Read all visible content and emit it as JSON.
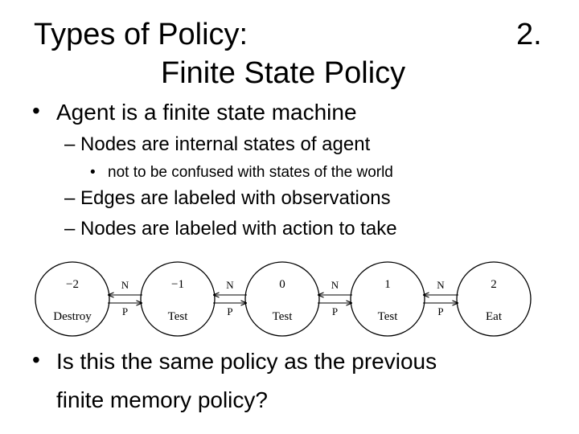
{
  "slide": {
    "title_line1": "Types of Policy:",
    "title_line2": "Finite State Policy",
    "number": "2."
  },
  "bullets": {
    "b1_bullet": "•",
    "b1": "Agent is a finite state machine",
    "b1_sub1": "– Nodes are internal states of agent",
    "b1_sub1_sub_bullet": "•",
    "b1_sub1_sub": "not to be confused with states of the world",
    "b1_sub2": "– Edges are labeled with observations",
    "b1_sub3": "– Nodes are labeled with action to take",
    "b2_bullet": "•",
    "b2_line1": "Is this the same policy as the previous",
    "b2_line2": "finite memory policy?"
  },
  "fsm": {
    "nodes": [
      {
        "state": "−2",
        "action": "Destroy"
      },
      {
        "state": "−1",
        "action": "Test"
      },
      {
        "state": "0",
        "action": "Test"
      },
      {
        "state": "1",
        "action": "Test"
      },
      {
        "state": "2",
        "action": "Eat"
      }
    ],
    "edges": [
      {
        "from": 1,
        "to": 0,
        "observation": "N"
      },
      {
        "from": 0,
        "to": 1,
        "observation": "P"
      },
      {
        "from": 2,
        "to": 1,
        "observation": "N"
      },
      {
        "from": 1,
        "to": 2,
        "observation": "P"
      },
      {
        "from": 3,
        "to": 2,
        "observation": "N"
      },
      {
        "from": 2,
        "to": 3,
        "observation": "P"
      },
      {
        "from": 4,
        "to": 3,
        "observation": "N"
      },
      {
        "from": 3,
        "to": 4,
        "observation": "P"
      }
    ]
  }
}
